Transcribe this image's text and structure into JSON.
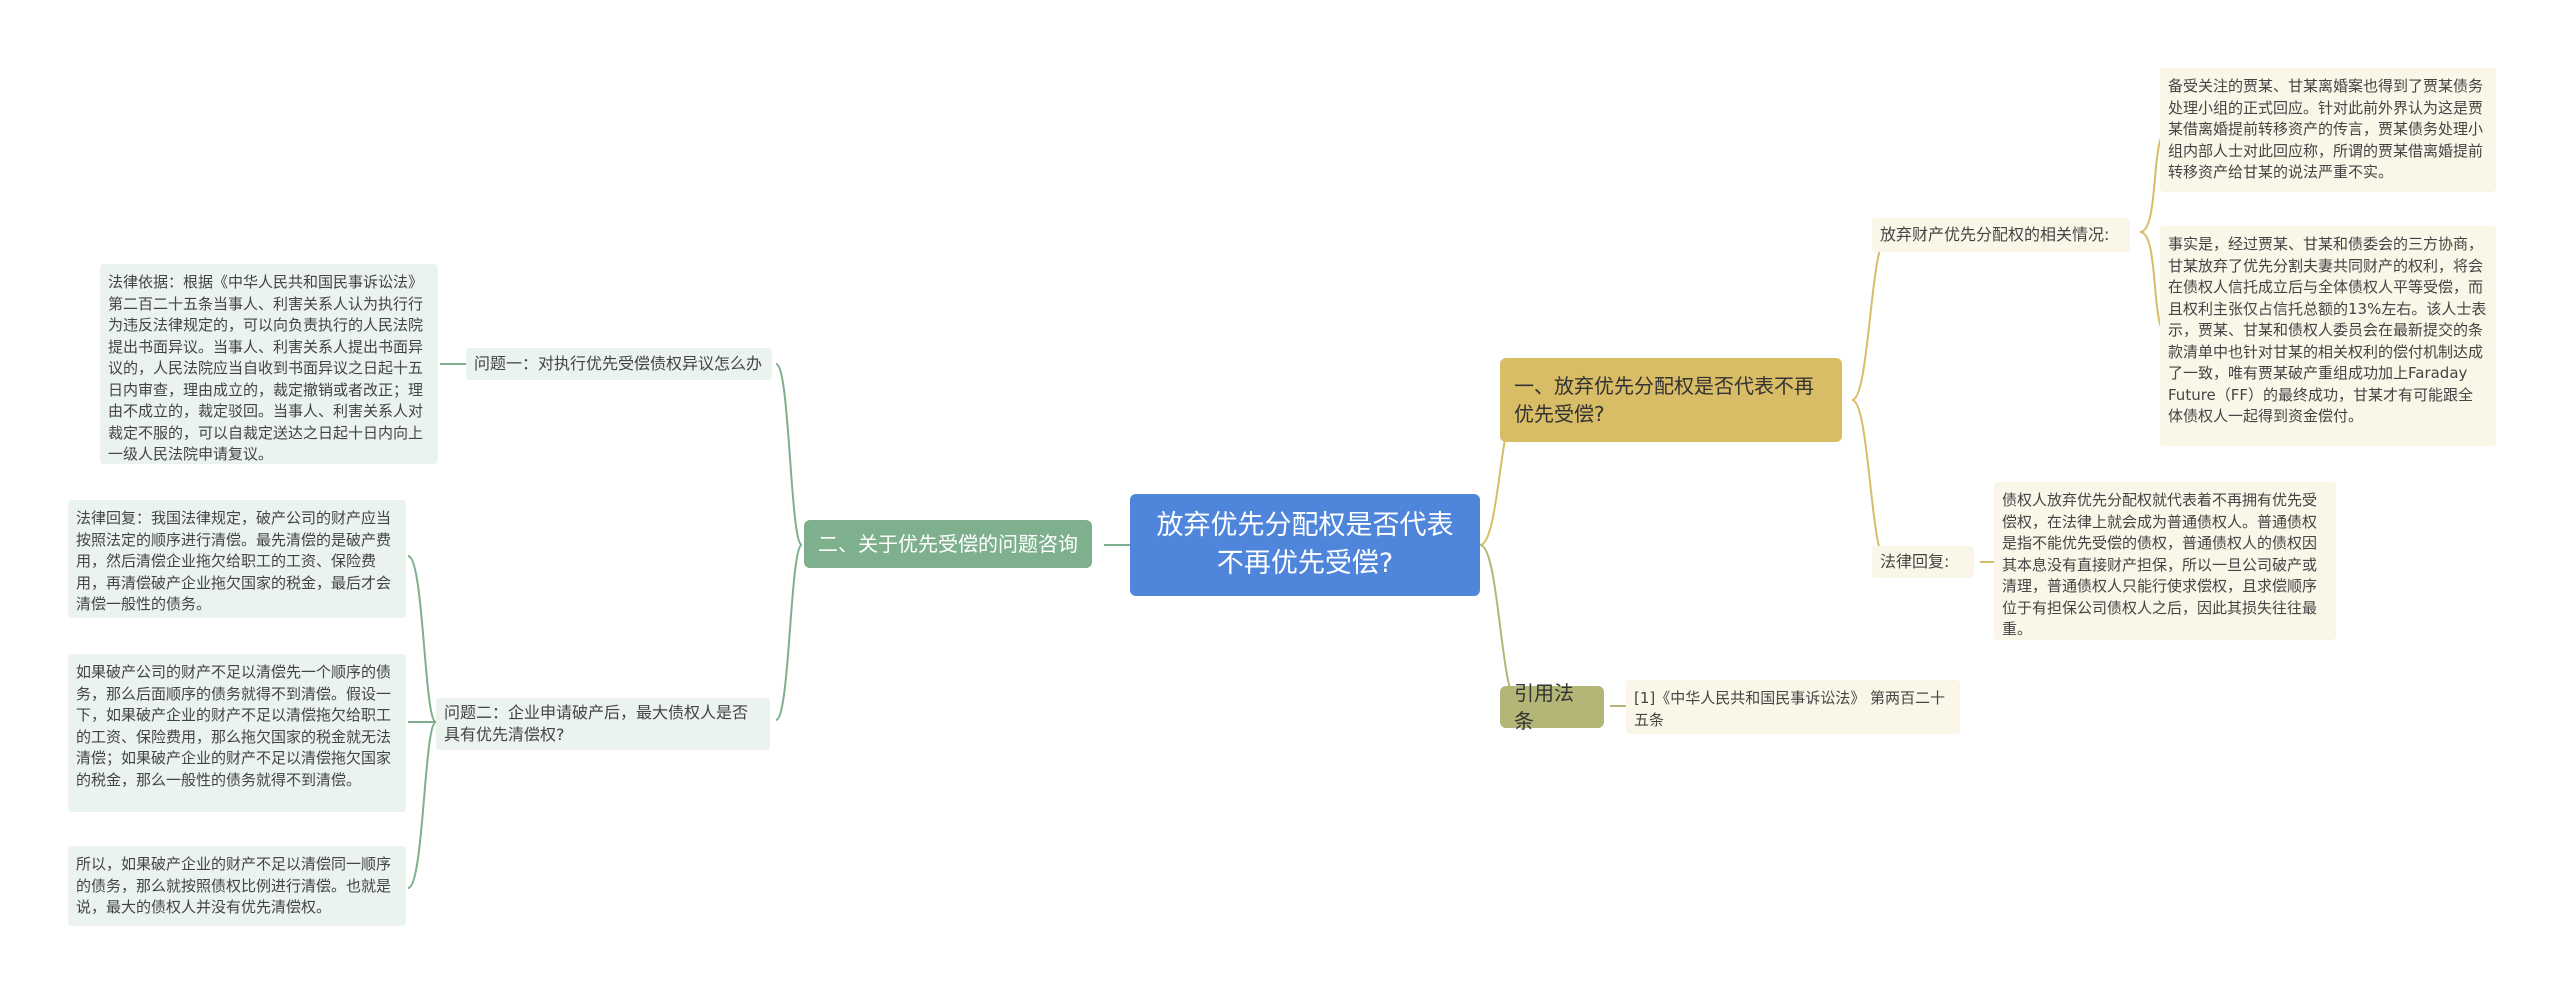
{
  "root": {
    "title": "放弃优先分配权是否代表不再优先受偿?"
  },
  "branches": {
    "one": {
      "title": "一、放弃优先分配权是否代表不再优先受偿?",
      "situation_label": "放弃财产优先分配权的相关情况:",
      "situation_leaves": [
        "备受关注的贾某、甘某离婚案也得到了贾某债务处理小组的正式回应。针对此前外界认为这是贾某借离婚提前转移资产的传言，贾某债务处理小组内部人士对此回应称，所谓的贾某借离婚提前转移资产给甘某的说法严重不实。",
        "事实是，经过贾某、甘某和债委会的三方协商，甘某放弃了优先分割夫妻共同财产的权利，将会在债权人信托成立后与全体债权人平等受偿，而且权利主张仅占信托总额的13%左右。该人士表示，贾某、甘某和债权人委员会在最新提交的条款清单中也针对甘某的相关权利的偿付机制达成了一致，唯有贾某破产重组成功加上Faraday Future（FF）的最终成功，甘某才有可能跟全体债权人一起得到资金偿付。"
      ],
      "law_label": "法律回复:",
      "law_leaf": "债权人放弃优先分配权就代表着不再拥有优先受偿权，在法律上就会成为普通债权人。普通债权是指不能优先受偿的债权，普通债权人的债权因其本息没有直接财产担保，所以一旦公司破产或清理，普通债权人只能行使求偿权，且求偿顺序位于有担保公司债权人之后，因此其损失往往最重。"
    },
    "two": {
      "title": "二、关于优先受偿的问题咨询",
      "q1_label": "问题一：对执行优先受偿债权异议怎么办",
      "q1_leaf": "法律依据：根据《中华人民共和国民事诉讼法》第二百二十五条当事人、利害关系人认为执行行为违反法律规定的，可以向负责执行的人民法院提出书面异议。当事人、利害关系人提出书面异议的，人民法院应当自收到书面异议之日起十五日内审查，理由成立的，裁定撤销或者改正；理由不成立的，裁定驳回。当事人、利害关系人对裁定不服的，可以自裁定送达之日起十日内向上一级人民法院申请复议。",
      "q2_label": "问题二：企业申请破产后，最大债权人是否具有优先清偿权?",
      "q2_leaves": [
        "法律回复：我国法律规定，破产公司的财产应当按照法定的顺序进行清偿。最先清偿的是破产费用，然后清偿企业拖欠给职工的工资、保险费用，再清偿破产企业拖欠国家的税金，最后才会清偿一般性的债务。",
        "如果破产公司的财产不足以清偿先一个顺序的债务，那么后面顺序的债务就得不到清偿。假设一下，如果破产企业的财产不足以清偿拖欠给职工的工资、保险费用，那么拖欠国家的税金就无法清偿；如果破产企业的财产不足以清偿拖欠国家的税金，那么一般性的债务就得不到清偿。",
        "所以，如果破产企业的财产不足以清偿同一顺序的债务，那么就按照债权比例进行清偿。也就是说，最大的债权人并没有优先清偿权。"
      ]
    },
    "three": {
      "title": "引用法条",
      "leaf": "[1]《中华人民共和国民事诉讼法》 第两百二十五条"
    }
  },
  "colors": {
    "root": "#4f86dc",
    "branch_one": "#d9bc66",
    "branch_two": "#7eb08e",
    "branch_three": "#b3b677",
    "line_one": "#d9bc66",
    "line_two": "#7eb08e",
    "line_three": "#b3b677"
  }
}
